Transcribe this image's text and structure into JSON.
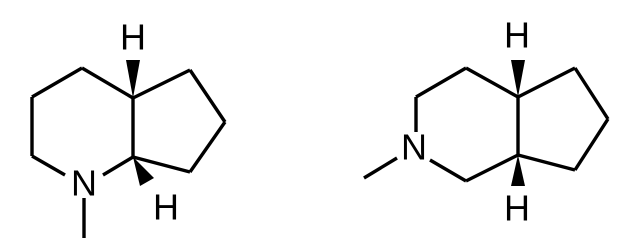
{
  "molecules": [
    {
      "atoms": {
        "nitrogen": "N",
        "hydrogen_top": "H",
        "hydrogen_bottom": "H"
      },
      "stereo_bonds": [
        "wedge",
        "wedge"
      ]
    },
    {
      "atoms": {
        "nitrogen": "N",
        "hydrogen_top": "H",
        "hydrogen_bottom": "H"
      },
      "stereo_bonds": [
        "wedge",
        "wedge"
      ]
    }
  ],
  "colors": {
    "ink": "#000000",
    "background": "#ffffff"
  }
}
